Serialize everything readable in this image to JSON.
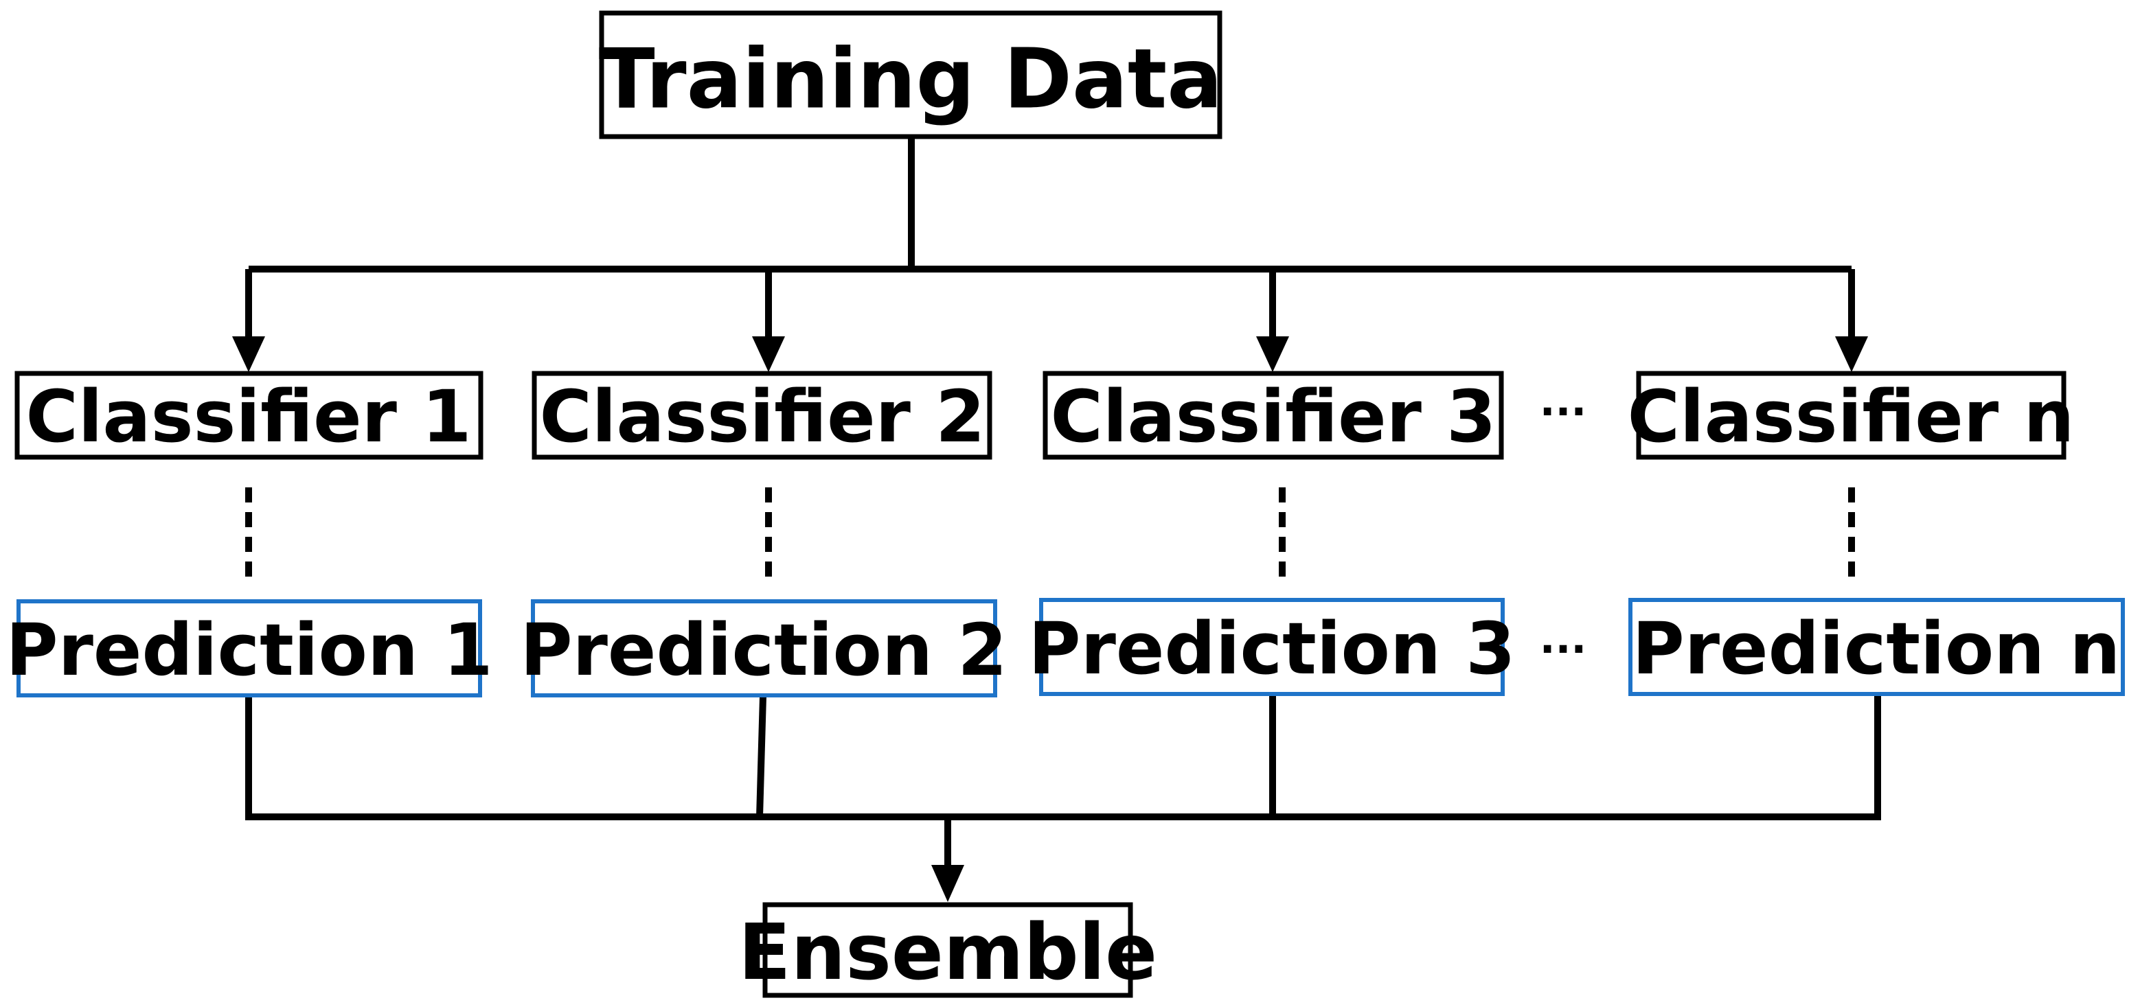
{
  "diagram": {
    "source": {
      "label": "Training Data"
    },
    "classifiers": [
      {
        "label": "Classifier 1"
      },
      {
        "label": "Classifier 2"
      },
      {
        "label": "Classifier 3"
      },
      {
        "label": "Classifier n"
      }
    ],
    "predictions": [
      {
        "label": "Prediction 1"
      },
      {
        "label": "Prediction 2"
      },
      {
        "label": "Prediction 3"
      },
      {
        "label": "Prediction n"
      }
    ],
    "ellipsis": "···",
    "output": {
      "label": "Ensemble"
    },
    "colors": {
      "classifier_border": "#000000",
      "prediction_border": "#1f74c9",
      "connector": "#000000"
    }
  }
}
